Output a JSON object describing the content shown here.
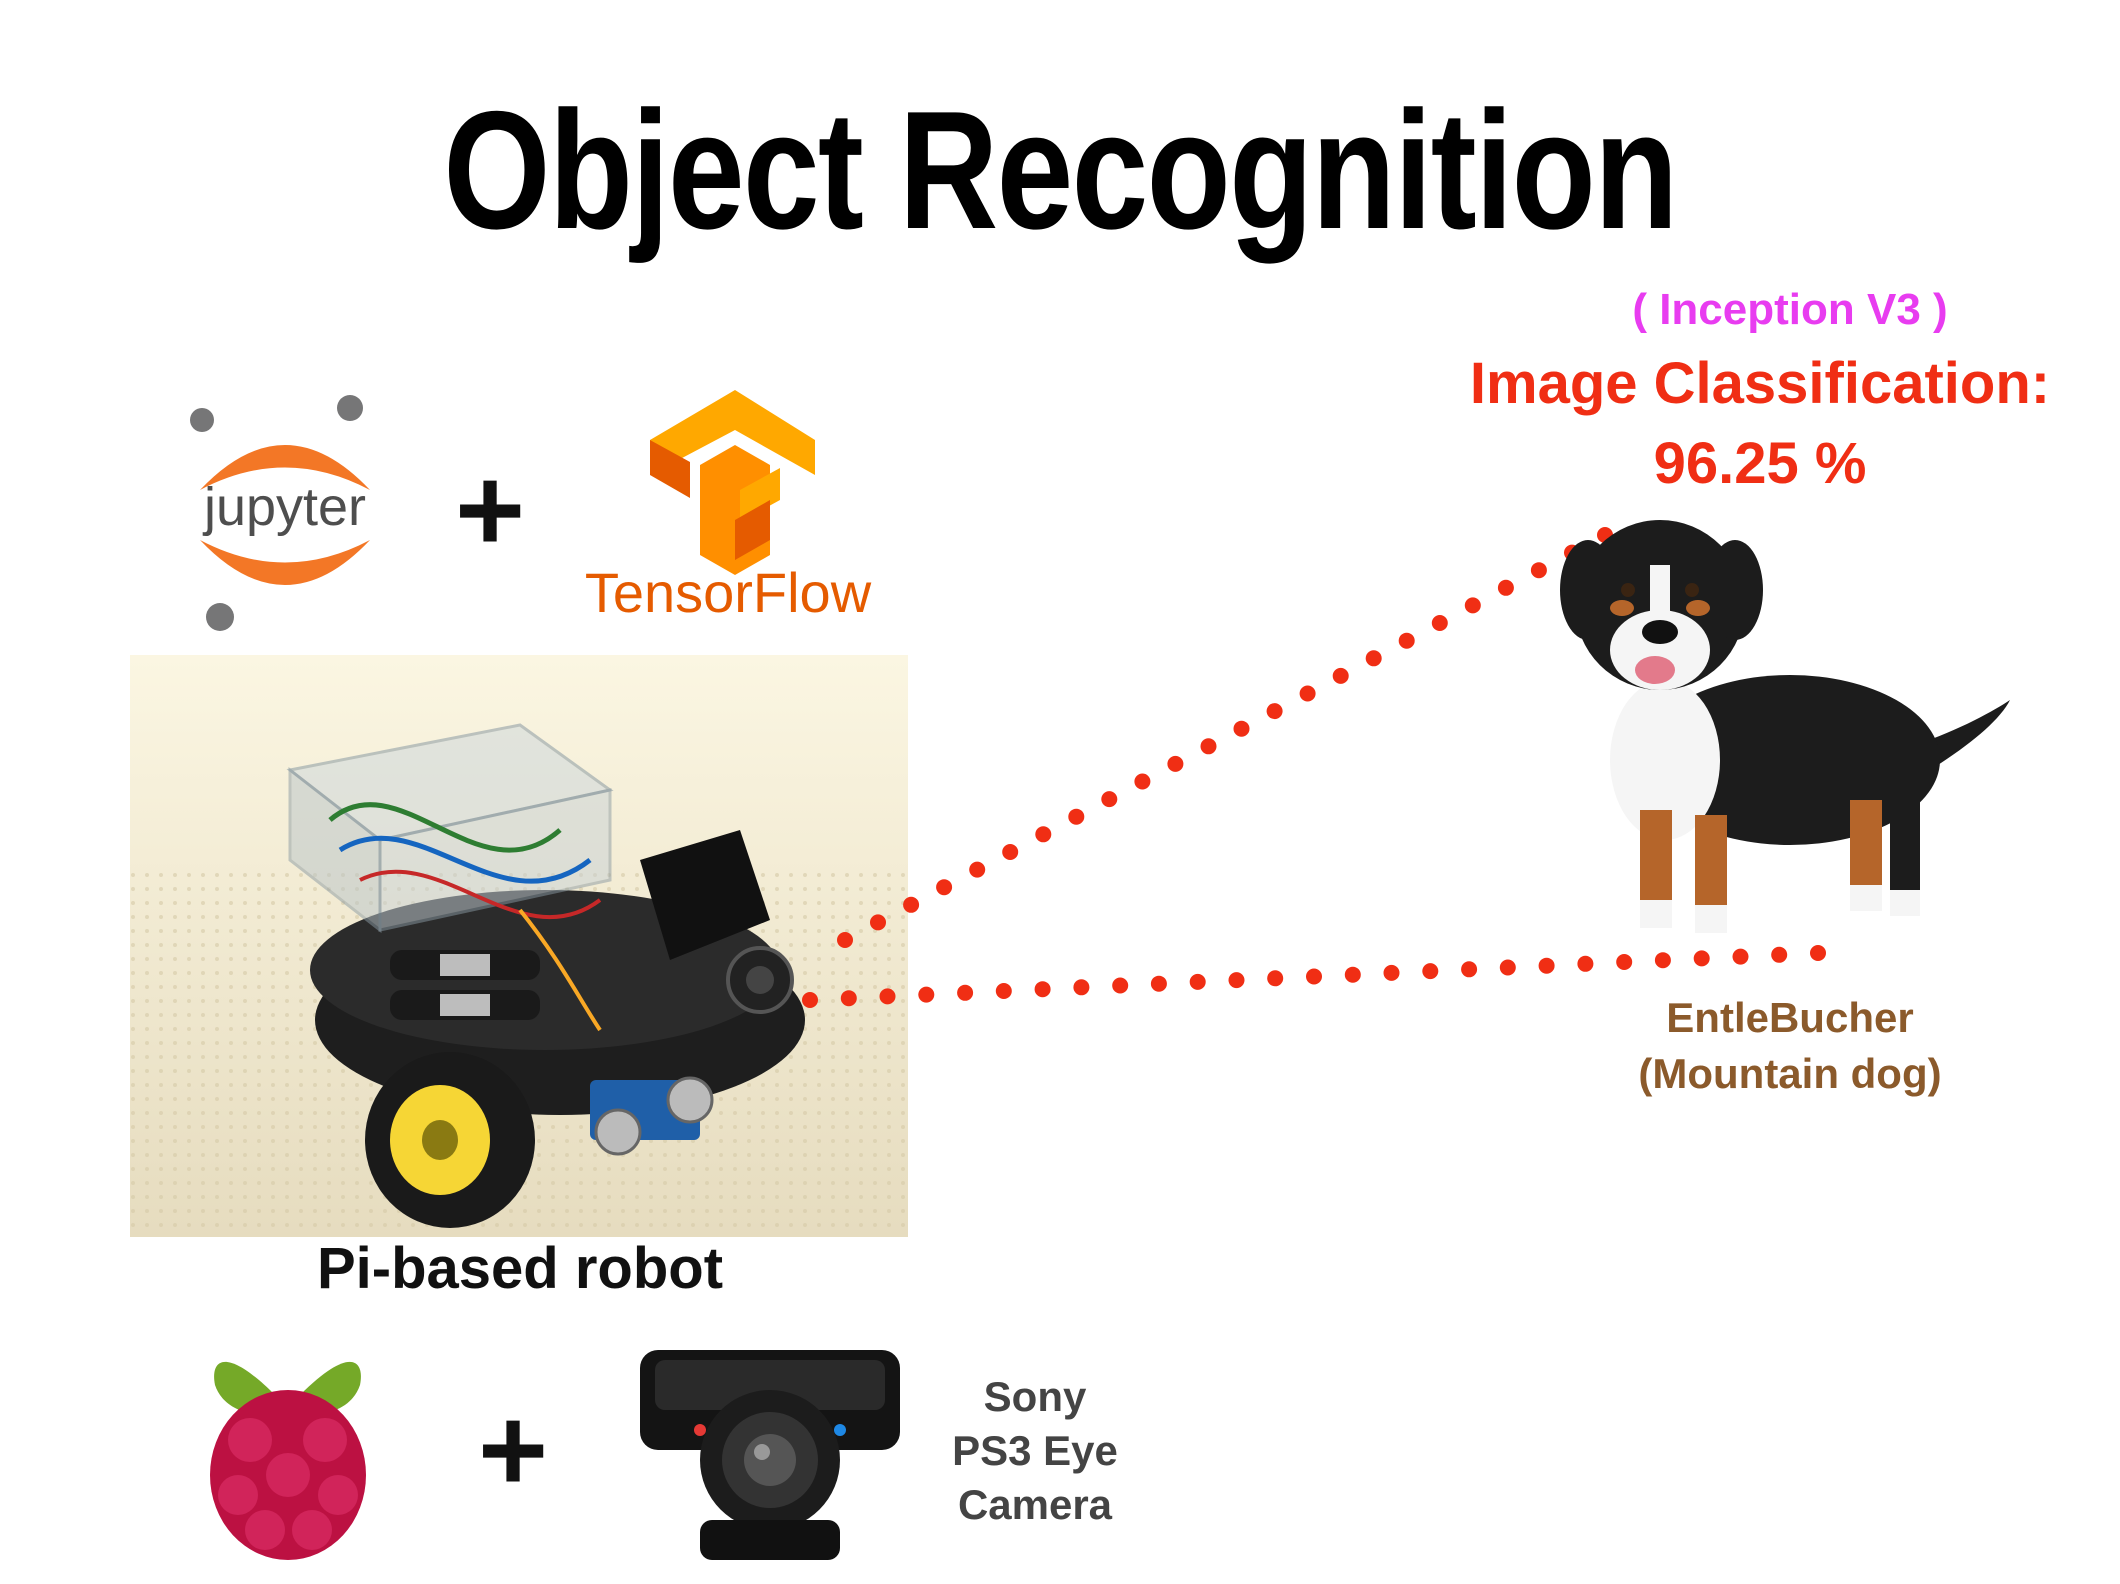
{
  "slide": {
    "title": "Object Recognition",
    "model_label": "( Inception V3 )",
    "classification_label": "Image Classification:",
    "classification_value": "96.25 %",
    "robot_caption": "Pi-based robot",
    "dog_caption_line1": "EntleBucher",
    "dog_caption_line2": "(Mountain dog)",
    "camera_caption_line1": "Sony",
    "camera_caption_line2": "PS3 Eye",
    "camera_caption_line3": "Camera",
    "plus_symbol": "+"
  },
  "logos": {
    "jupyter_text": "jupyter",
    "tensorflow_text": "TensorFlow"
  },
  "colors": {
    "title": "#000000",
    "model_label": "#e83cf0",
    "classification": "#f02e14",
    "dog_caption": "#8b5a2b",
    "dots": "#f02e14",
    "jupyter_orange": "#f37726",
    "tensorflow_orange": "#ff8f00"
  },
  "icons": [
    "jupyter-logo",
    "tensorflow-logo",
    "raspberry-pi-logo",
    "ps3-eye-camera",
    "robot-photo",
    "dog-photo"
  ]
}
